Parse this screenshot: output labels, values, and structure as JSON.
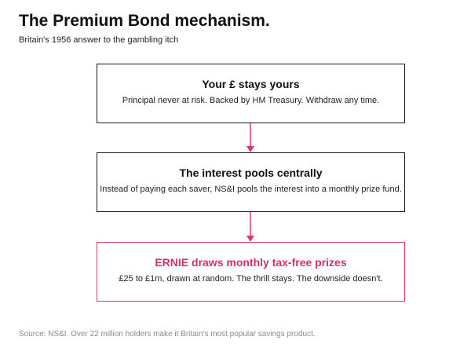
{
  "header": {
    "title": "The Premium Bond mechanism.",
    "subtitle": "Britain's 1956 answer to the gambling itch"
  },
  "steps": [
    {
      "heading": "Your £ stays yours",
      "text": "Principal never at risk. Backed by HM Treasury. Withdraw any time."
    },
    {
      "heading": "The interest pools centrally",
      "text": "Instead of paying each saver, NS&I pools the interest into a monthly prize fund."
    },
    {
      "heading": "ERNIE draws monthly tax-free prizes",
      "text": "£25 to £1m, drawn at random. The thrill stays. The downside doesn't."
    }
  ],
  "colors": {
    "accent": "#d63a74",
    "box_border": "#1a1a1a",
    "source_text": "#8a8a8a"
  },
  "footer": {
    "source": "Source: NS&I. Over 22 million holders make it Britain's most popular savings product."
  }
}
